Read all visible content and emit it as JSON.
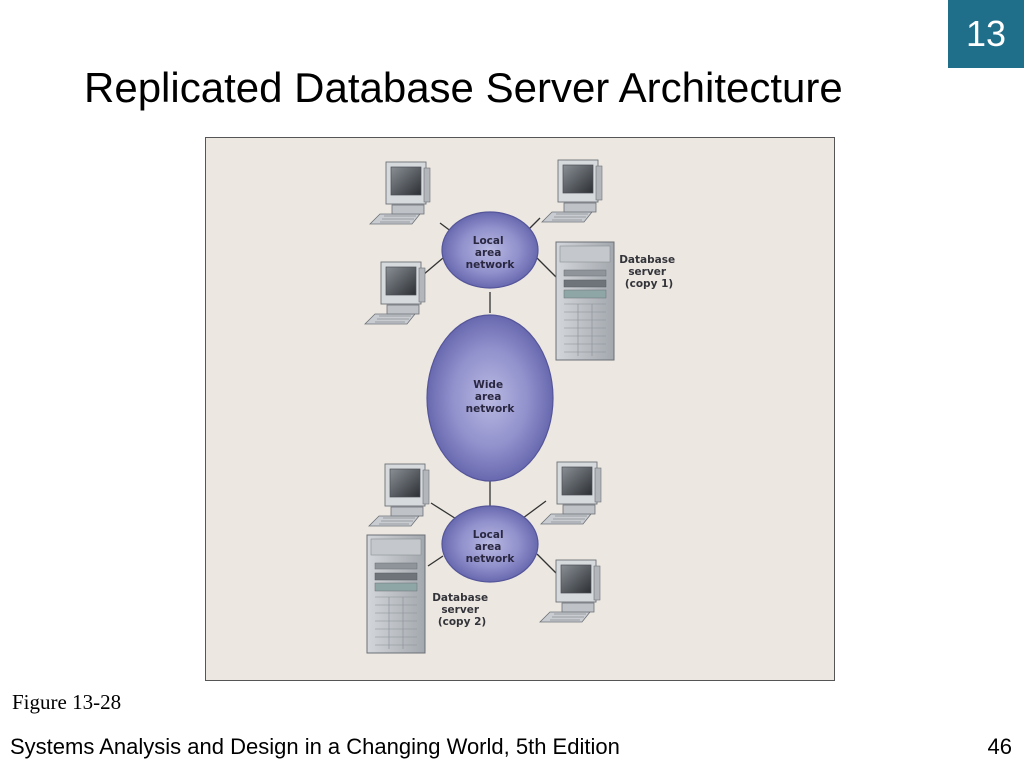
{
  "slide": {
    "chapter_number": "13",
    "title": "Replicated Database Server Architecture",
    "figure_caption": "Figure 13-28",
    "footer": "Systems Analysis and Design in a Changing World, 5th Edition",
    "page_number": "46"
  },
  "diagram": {
    "lan_top": [
      "Local",
      "area",
      "network"
    ],
    "wan": [
      "Wide",
      "area",
      "network"
    ],
    "lan_bottom": [
      "Local",
      "area",
      "network"
    ],
    "server_1": [
      "Database",
      "server",
      "(copy 1)"
    ],
    "server_2": [
      "Database",
      "server",
      "(copy 2)"
    ]
  },
  "colors": {
    "badge": "#1f6f8b",
    "figure_background": "#ece8e1",
    "network_node": "#8a8ac8",
    "network_node_dark": "#5a5aa3"
  }
}
